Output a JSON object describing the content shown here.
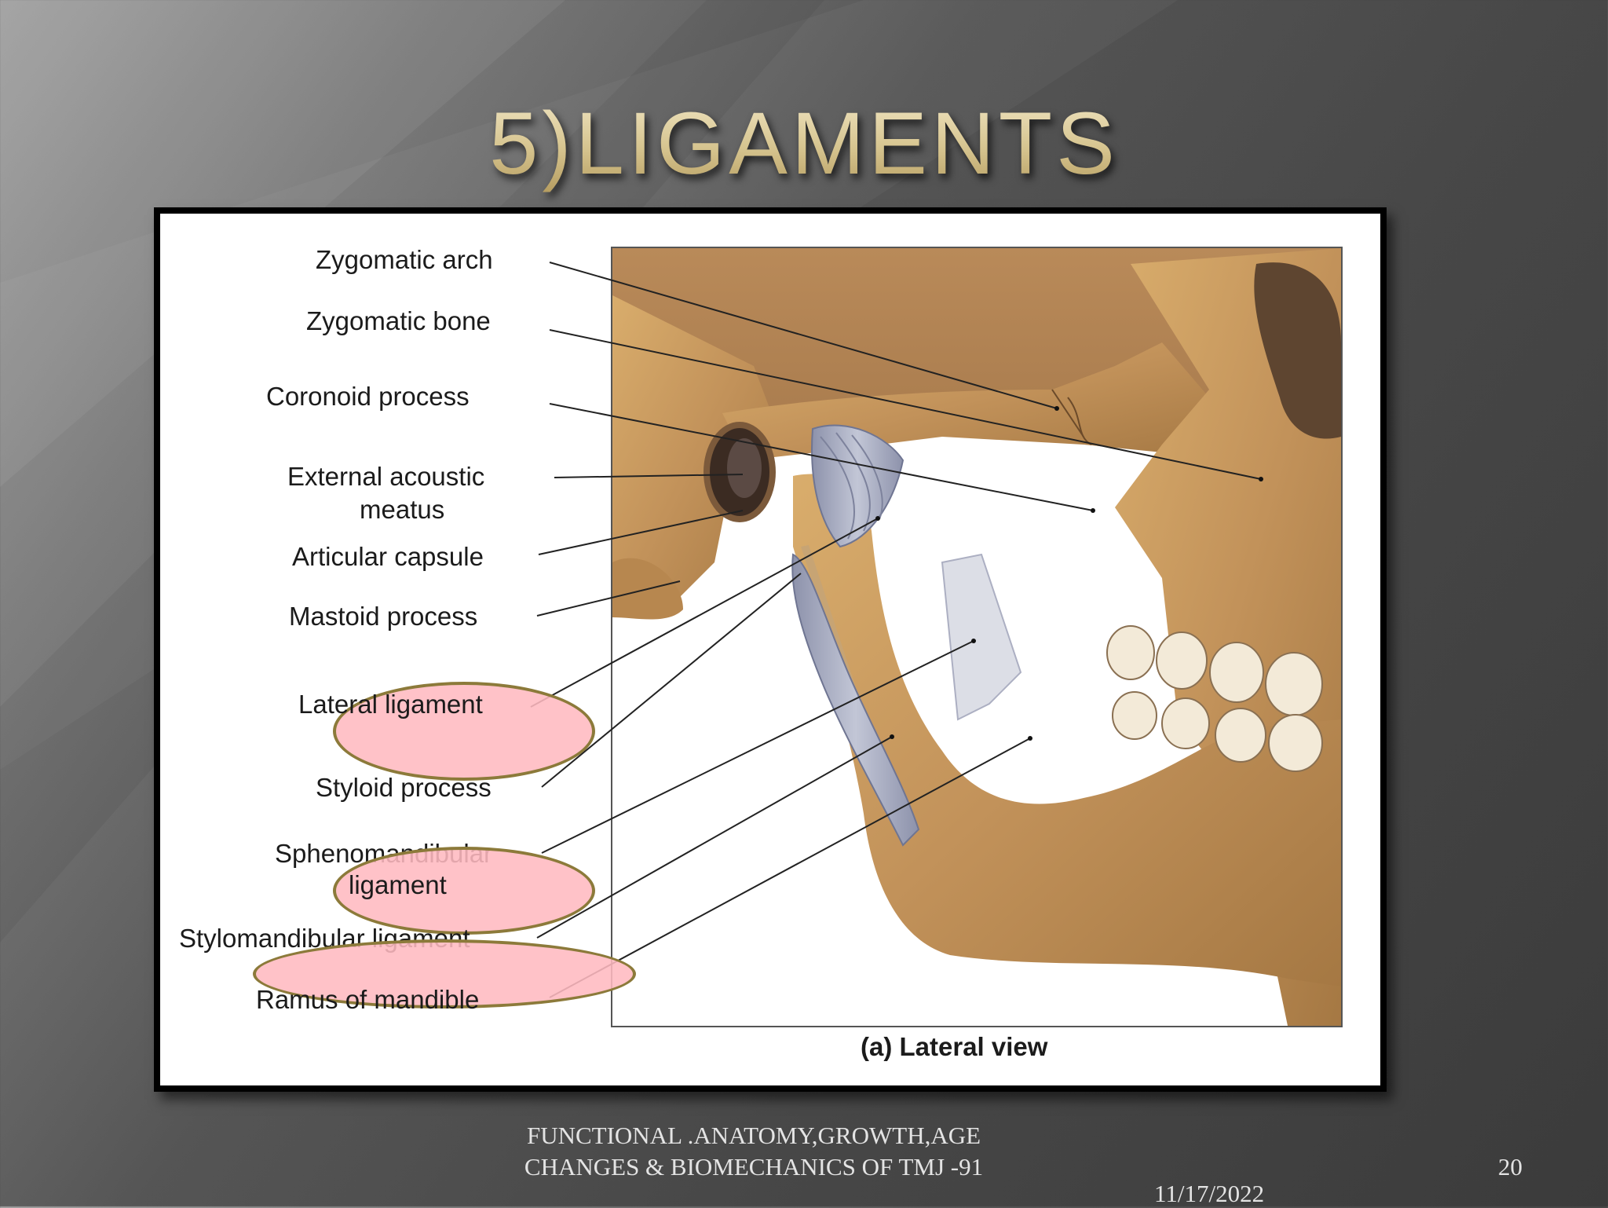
{
  "slide": {
    "title": "5)LIGAMENTS",
    "footer": {
      "line1": "FUNCTIONAL .ANATOMY,GROWTH,AGE",
      "line2": "CHANGES & BIOMECHANICS OF TMJ -91",
      "date": "11/17/2022",
      "page_number": "20"
    }
  },
  "figure": {
    "caption": "(a) Lateral view",
    "labels": {
      "zygomatic_arch": "Zygomatic arch",
      "zygomatic_bone": "Zygomatic bone",
      "coronoid_process": "Coronoid process",
      "external_acoustic_1": "External acoustic",
      "external_acoustic_2": "meatus",
      "articular_capsule": "Articular capsule",
      "mastoid_process": "Mastoid process",
      "lateral_ligament": "Lateral ligament",
      "styloid_process": "Styloid process",
      "sphenomandibular_1": "Sphenomandibular",
      "sphenomandibular_2": "ligament",
      "stylomandibular": "Stylomandibular ligament",
      "ramus": "Ramus of mandible"
    },
    "highlight_color": "#ffb9c0",
    "highlight_border": "#8c7a3a"
  },
  "colors": {
    "title_gold": "#d6c48f",
    "bone": "#c99a55",
    "ligament": "#a9adc2"
  }
}
